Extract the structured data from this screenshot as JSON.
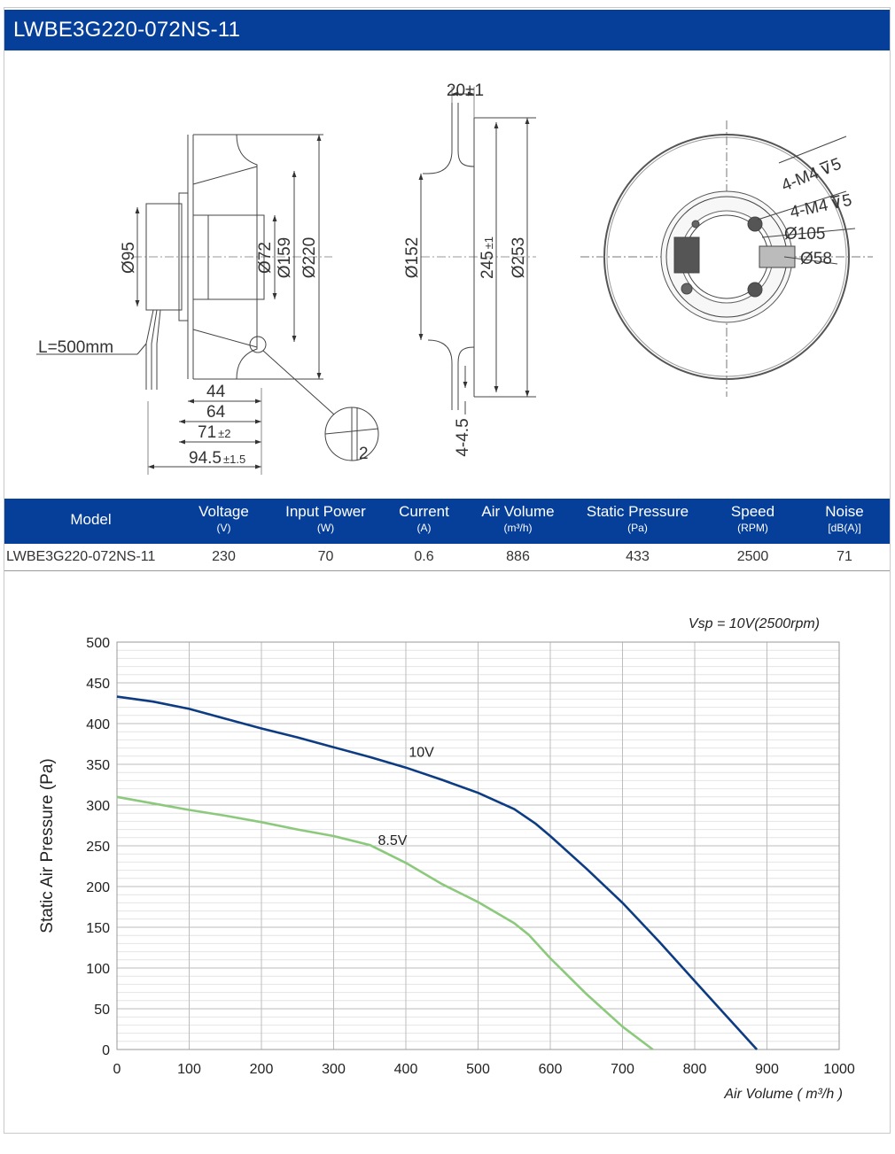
{
  "header": {
    "title": "LWBE3G220-072NS-11"
  },
  "drawings": {
    "side": {
      "d95": "Ø95",
      "d72": "Ø72",
      "d159": "Ø159",
      "d220": "Ø220",
      "cable": "L=500mm",
      "w44": "44",
      "w64": "64",
      "w71": "71",
      "w71_tol": "±2",
      "w94": "94.5",
      "w94_tol": "±1.5",
      "detail": "2"
    },
    "section": {
      "w20": "20±1",
      "d152": "Ø152",
      "d245": "245",
      "d245_tol": "±1",
      "d253": "Ø253",
      "t45": "4-4.5"
    },
    "front": {
      "m4a": "4-M4",
      "m4a_depth": "5",
      "m4b": "4-M4",
      "m4b_depth": "5",
      "d105": "Ø105",
      "d58": "Ø58"
    }
  },
  "spec_table": {
    "columns": [
      {
        "label": "Model",
        "unit": ""
      },
      {
        "label": "Voltage",
        "unit": "(V)"
      },
      {
        "label": "Input Power",
        "unit": "(W)"
      },
      {
        "label": "Current",
        "unit": "(A)"
      },
      {
        "label": "Air Volume",
        "unit": "(m³/h)"
      },
      {
        "label": "Static Pressure",
        "unit": "(Pa)"
      },
      {
        "label": "Speed",
        "unit": "(RPM)"
      },
      {
        "label": "Noise",
        "unit": "[dB(A)]"
      }
    ],
    "rows": [
      [
        "LWBE3G220-072NS-11",
        "230",
        "70",
        "0.6",
        "886",
        "433",
        "2500",
        "71"
      ]
    ]
  },
  "chart_data": {
    "type": "line",
    "annotation": "Vsp = 10V(2500rpm)",
    "xlabel": "Air Volume ( m³/h )",
    "ylabel": "Static Air Pressure  (Pa)",
    "xlim": [
      0,
      1000
    ],
    "ylim": [
      0,
      500
    ],
    "xticks": [
      0,
      100,
      200,
      300,
      400,
      500,
      600,
      700,
      800,
      900,
      1000
    ],
    "yticks": [
      0,
      50,
      100,
      150,
      200,
      250,
      300,
      350,
      400,
      450,
      500
    ],
    "grid": true,
    "series": [
      {
        "name": "10V",
        "color": "#0d3c82",
        "points": [
          [
            0,
            433
          ],
          [
            50,
            427
          ],
          [
            100,
            418
          ],
          [
            150,
            406
          ],
          [
            200,
            394
          ],
          [
            250,
            383
          ],
          [
            300,
            371
          ],
          [
            350,
            359
          ],
          [
            400,
            346
          ],
          [
            450,
            331
          ],
          [
            500,
            315
          ],
          [
            550,
            295
          ],
          [
            580,
            277
          ],
          [
            600,
            262
          ],
          [
            650,
            222
          ],
          [
            700,
            180
          ],
          [
            750,
            133
          ],
          [
            800,
            84
          ],
          [
            850,
            35
          ],
          [
            886,
            0
          ]
        ]
      },
      {
        "name": "8.5V",
        "color": "#8cc97c",
        "points": [
          [
            0,
            310
          ],
          [
            50,
            302
          ],
          [
            100,
            294
          ],
          [
            150,
            287
          ],
          [
            200,
            279
          ],
          [
            250,
            270
          ],
          [
            300,
            262
          ],
          [
            350,
            251
          ],
          [
            400,
            229
          ],
          [
            450,
            203
          ],
          [
            500,
            181
          ],
          [
            550,
            155
          ],
          [
            570,
            141
          ],
          [
            600,
            112
          ],
          [
            650,
            68
          ],
          [
            700,
            28
          ],
          [
            742,
            0
          ]
        ]
      }
    ],
    "labels": [
      {
        "series": "10V",
        "x": 370,
        "y": 355
      },
      {
        "series": "8.5V",
        "x": 330,
        "y": 247
      }
    ]
  }
}
